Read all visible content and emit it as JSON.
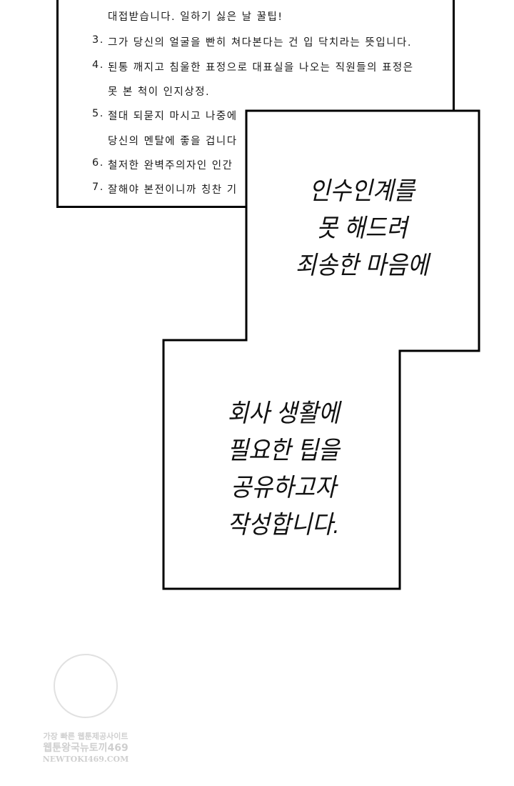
{
  "document": {
    "lines": [
      {
        "num": "",
        "text": "대접받습니다. 일하기 싫은 날 꿀팁!"
      },
      {
        "num": "3.",
        "text": "그가 당신의 얼굴을 빤히 쳐다본다는 건 입 닥치라는 뜻입니다."
      },
      {
        "num": "4.",
        "text": "된통 깨지고 침울한 표정으로 대표실을 나오는 직원들의 표정은"
      },
      {
        "num": "",
        "text": "못 본 척이 인지상정."
      },
      {
        "num": "5.",
        "text": "절대 되묻지 마시고 나중에"
      },
      {
        "num": "",
        "text": "당신의 멘탈에 좋을 겁니다"
      },
      {
        "num": "6.",
        "text": "철저한 완벽주의자인 인간"
      },
      {
        "num": "7.",
        "text": "잘해야 본전이니까 칭찬 기"
      }
    ]
  },
  "bubble_top": {
    "lines": [
      "인수인계를",
      "못 해드려",
      "죄송한 마음에"
    ]
  },
  "bubble_bottom": {
    "lines": [
      "회사 생활에",
      "필요한 팁을",
      "공유하고자",
      "작성합니다."
    ]
  },
  "watermark": {
    "lines": [
      "가장 빠른 웹툰제공사이트",
      "웹툰왕국뉴토끼469",
      "NEWTOKI469.COM"
    ]
  }
}
